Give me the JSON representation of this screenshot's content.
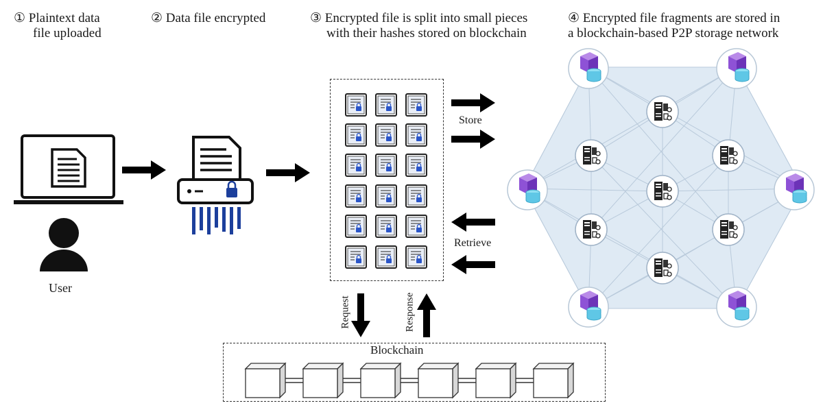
{
  "steps": [
    {
      "num": "①",
      "line1": "Plaintext data",
      "line2": "file uploaded"
    },
    {
      "num": "②",
      "line1": "Data file encrypted",
      "line2": ""
    },
    {
      "num": "③",
      "line1": "Encrypted file is split into small pieces",
      "line2": "with their hashes stored on blockchain"
    },
    {
      "num": "④",
      "line1": "Encrypted file fragments are stored in",
      "line2": "a blockchain-based P2P storage network"
    }
  ],
  "labels": {
    "user": "User",
    "store": "Store",
    "retrieve": "Retrieve",
    "request": "Request",
    "response": "Response",
    "blockchain": "Blockchain"
  },
  "colors": {
    "shredder_blue": "#1c3f9c",
    "cube_purple": "#8e52d6",
    "disk_cyan": "#5fc7e6",
    "network_bg": "#dfeaf4",
    "arrow": "#000000"
  },
  "icons": {
    "laptop": "laptop-icon",
    "user": "user-icon",
    "shredder": "shredder-icon",
    "fragment": "locked-document-icon",
    "server": "server-icon",
    "storage_node": "storage-node-icon",
    "block": "block-cube-icon"
  }
}
